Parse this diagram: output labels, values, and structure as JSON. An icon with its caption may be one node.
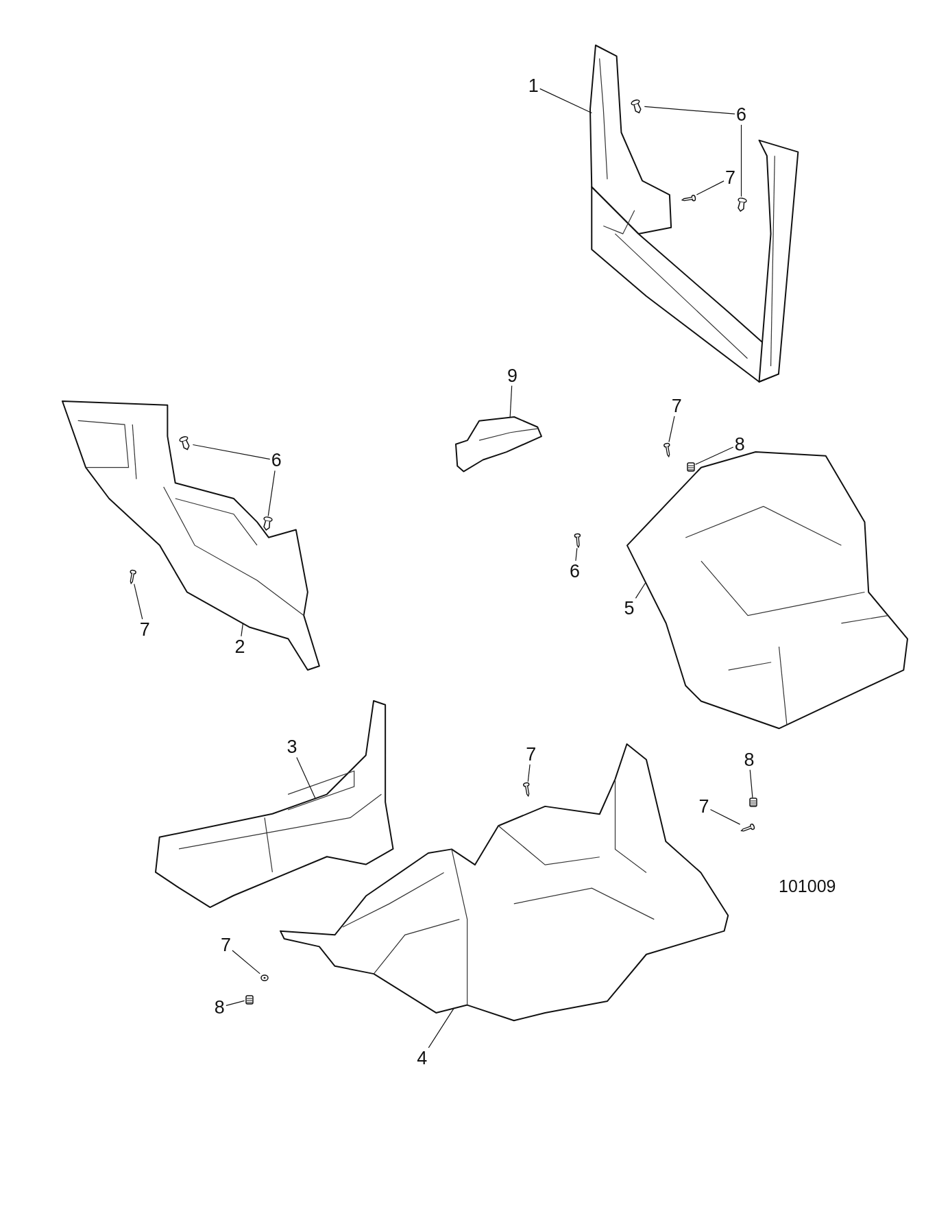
{
  "diagram": {
    "nodes": [
      {
        "text": [
          "1"
        ]
      },
      {
        "text": [],
        "shape": "picture"
      },
      {
        "text": [
          "6"
        ]
      },
      {
        "text": [],
        "shape": "picture"
      },
      {
        "text": [],
        "shape": "picture"
      },
      {
        "text": [
          "7"
        ]
      },
      {
        "text": [],
        "shape": "picture"
      },
      {
        "text": [
          "9"
        ]
      },
      {
        "text": [],
        "shape": "picture"
      },
      {
        "text": [
          "6"
        ]
      },
      {
        "text": [],
        "shape": "picture"
      },
      {
        "text": [],
        "shape": "picture"
      },
      {
        "text": [],
        "shape": "picture"
      },
      {
        "text": [
          "7"
        ]
      },
      {
        "text": [],
        "shape": "picture"
      },
      {
        "text": [
          "2"
        ]
      },
      {
        "text": [
          "7"
        ]
      },
      {
        "text": [],
        "shape": "picture"
      },
      {
        "text": [
          "8"
        ]
      },
      {
        "text": [],
        "shape": "picture"
      },
      {
        "text": [
          "6"
        ]
      },
      {
        "text": [],
        "shape": "picture"
      },
      {
        "text": [],
        "shape": "picture"
      },
      {
        "text": [
          "5"
        ]
      },
      {
        "text": [],
        "shape": "picture"
      },
      {
        "text": [
          "3"
        ]
      },
      {
        "text": [
          "7"
        ]
      },
      {
        "text": [],
        "shape": "picture"
      },
      {
        "text": [
          "8"
        ]
      },
      {
        "text": [],
        "shape": "picture"
      },
      {
        "text": [
          "7"
        ]
      },
      {
        "text": [],
        "shape": "picture"
      },
      {
        "text": [],
        "shape": "picture"
      },
      {
        "text": [
          "7"
        ]
      },
      {
        "text": [],
        "shape": "picture"
      },
      {
        "text": [
          "8"
        ]
      },
      {
        "text": [],
        "shape": "picture"
      },
      {
        "text": [
          "4"
        ]
      }
    ],
    "edges": [
      {
        "from": 0,
        "to": 1,
        "arrow": "none"
      },
      {
        "from": 2,
        "to": 3,
        "arrow": "none"
      },
      {
        "from": 2,
        "to": 4,
        "arrow": "none"
      },
      {
        "from": 5,
        "to": 6,
        "arrow": "none"
      },
      {
        "from": 7,
        "to": 8,
        "arrow": "none"
      },
      {
        "from": 9,
        "to": 10,
        "arrow": "none"
      },
      {
        "from": 9,
        "to": 11,
        "arrow": "none"
      },
      {
        "from": 13,
        "to": 14,
        "arrow": "none"
      },
      {
        "from": 15,
        "to": 12,
        "arrow": "none"
      },
      {
        "from": 16,
        "to": 17,
        "arrow": "none"
      },
      {
        "from": 18,
        "to": 19,
        "arrow": "none"
      },
      {
        "from": 20,
        "to": 21,
        "arrow": "none"
      },
      {
        "from": 23,
        "to": 22,
        "arrow": "none"
      },
      {
        "from": 25,
        "to": 24,
        "arrow": "none"
      },
      {
        "from": 26,
        "to": 27,
        "arrow": "none"
      },
      {
        "from": 28,
        "to": 29,
        "arrow": "none"
      },
      {
        "from": 30,
        "to": 31,
        "arrow": "none"
      },
      {
        "from": 33,
        "to": 34,
        "arrow": "none"
      },
      {
        "from": 35,
        "to": 36,
        "arrow": "none"
      },
      {
        "from": 37,
        "to": 32,
        "arrow": "none"
      }
    ],
    "labels": [
      "101009"
    ]
  }
}
